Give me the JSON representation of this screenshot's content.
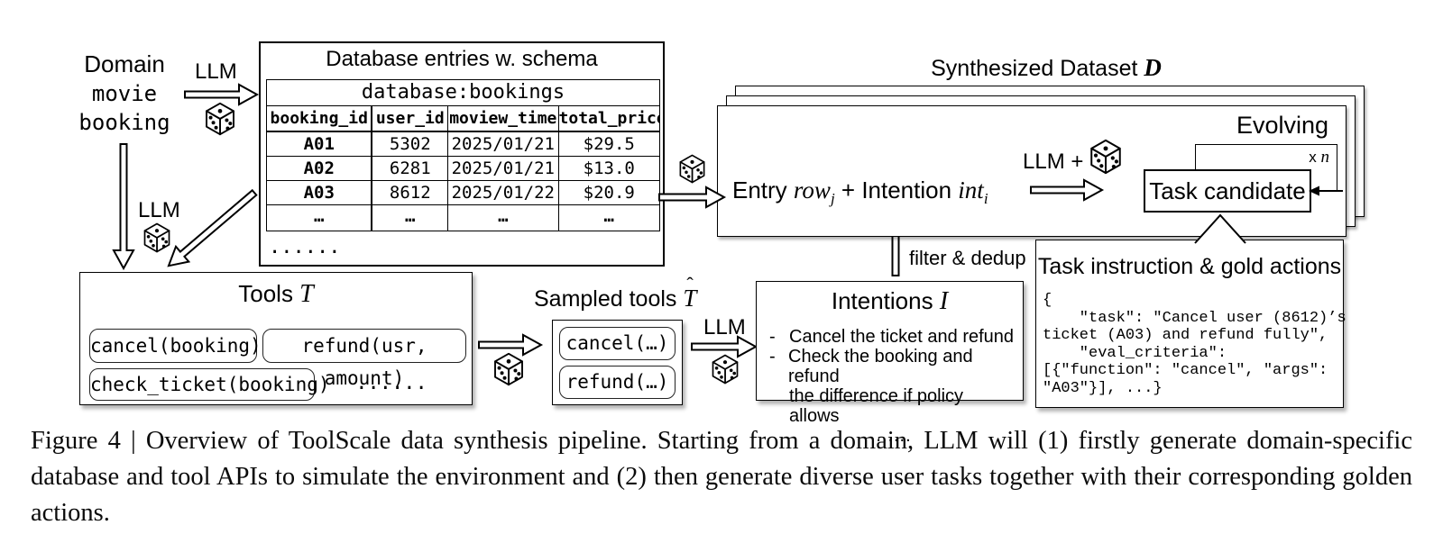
{
  "figure": {
    "llm": "LLM",
    "domain": {
      "label": "Domain",
      "value_line1": "movie",
      "value_line2": "booking"
    },
    "database": {
      "title": "Database entries w. schema",
      "schema": "database:bookings",
      "columns": [
        "booking_id",
        "user_id",
        "moview_time",
        "total_price"
      ],
      "rows": [
        [
          "A01",
          "5302",
          "2025/01/21",
          "$29.5"
        ],
        [
          "A02",
          "6281",
          "2025/01/21",
          "$13.0"
        ],
        [
          "A03",
          "8612",
          "2025/01/22",
          "$20.9"
        ],
        [
          "…",
          "…",
          "…",
          "…"
        ]
      ],
      "more": "......"
    },
    "tools": {
      "title_text": "Tools ",
      "title_math": "T",
      "pills": [
        "cancel(booking)",
        "refund(usr, amount)",
        "check_ticket(booking)"
      ],
      "more": "......"
    },
    "sampled": {
      "title_text": "Sampled tools ",
      "title_math": "T",
      "pills": [
        "cancel(…)",
        "refund(…)"
      ]
    },
    "intentions": {
      "title_text": "Intentions ",
      "title_math": "I",
      "bullets": [
        {
          "dash": "-",
          "text": "Cancel the ticket and refund"
        },
        {
          "dash": "-",
          "text": "Check the booking and refund"
        },
        {
          "dash": "",
          "text": "the difference if policy allows"
        }
      ],
      "more": "......"
    },
    "filter_dedup": "filter & dedup",
    "dataset": {
      "title_text": "Synthesized Dataset ",
      "title_math": "D",
      "entry_prefix": "Entry ",
      "entry_row": "row",
      "entry_row_sub": "j",
      "entry_plus": " + ",
      "entry_intention": "Intention ",
      "entry_int": "int",
      "entry_int_sub": "i",
      "llm_plus": "LLM + ",
      "evolving": "Evolving",
      "xn_x": "x ",
      "xn_n": "n",
      "task_candidate": "Task candidate"
    },
    "task_box": {
      "title": "Task instruction & gold actions",
      "code_lines": [
        "{",
        "    \"task\": \"Cancel user (8612)’s",
        "ticket (A03) and refund fully\",",
        "    \"eval_criteria\":",
        "[{\"function\": \"cancel\", \"args\":",
        "\"A03\"}], ...}"
      ]
    },
    "caption": "Figure 4 | Overview of ToolScale data synthesis pipeline. Starting from a domain, LLM will (1) firstly generate domain-specific database and tool APIs to simulate the environment and (2) then generate diverse user tasks together with their corresponding golden actions."
  }
}
